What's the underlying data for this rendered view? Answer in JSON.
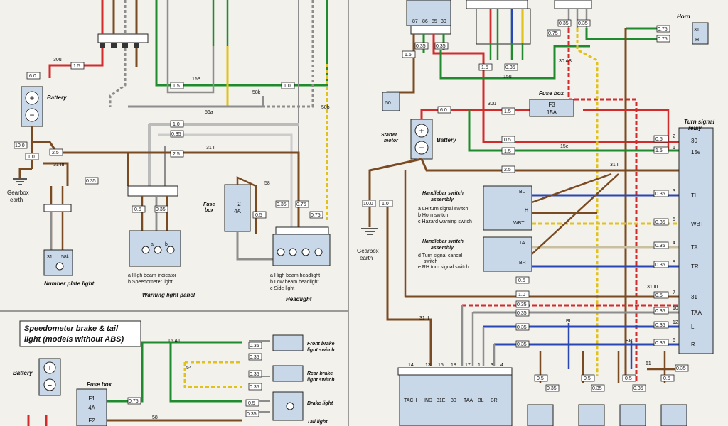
{
  "labels": {
    "battery": "Battery",
    "gearbox_earth": "Gearbox earth",
    "number_plate_light": "Number plate light",
    "fuse_box": "Fuse box",
    "warning_panel": "Warning light panel",
    "warning_a": "a  High beam indicator",
    "warning_b": "b  Speedometer light",
    "headlight": "Headlight",
    "headlight_a": "a  High beam headlight",
    "headlight_b": "b  Low beam headlight",
    "headlight_c": "c  Side light",
    "speedo_title_1": "Speedometer brake & tail",
    "speedo_title_2": "light (models without ABS)",
    "front_brake_1": "Front brake",
    "front_brake_2": "light switch",
    "rear_brake_1": "Rear brake",
    "rear_brake_2": "light switch",
    "brake_light": "Brake light",
    "tail_light": "Tail light",
    "horn": "Horn",
    "starter_1": "Starter",
    "starter_2": "motor",
    "turn_relay_1": "Turn signal",
    "turn_relay_2": "relay",
    "hb1_title_1": "Handlebar switch",
    "hb1_title_2": "assembly",
    "hb1_a": "a  LH turn signal switch",
    "hb1_b": "b  Horn switch",
    "hb1_c": "c  Hazard warning switch",
    "hb2_title_1": "Handlebar switch",
    "hb2_title_2": "assembly",
    "hb2_d": "d  Turn signal cancel",
    "hb2_d2": "switch",
    "hb2_e": "e  RH turn signal switch",
    "fuse_f2": "F2",
    "fuse_f2_amp": "4A",
    "fuse_f3": "F3",
    "fuse_f3_amp": "15A",
    "fuse_f1": "F1",
    "fuse_f1_amp": "4A",
    "fuse_f2b": "F2",
    "fuse_box_small": "Fuse box"
  },
  "relay_pins": [
    {
      "pin": "30",
      "wire": "0.5"
    },
    {
      "pin": "15e",
      "wire": "1.5"
    },
    {
      "pin": "TL",
      "wire": "0.35"
    },
    {
      "pin": "WBT",
      "wire": "0.35"
    },
    {
      "pin": "TA",
      "wire": "0.35"
    },
    {
      "pin": "TR",
      "wire": "0.35"
    },
    {
      "pin": "31",
      "wire": "0.5"
    },
    {
      "pin": "TAA",
      "wire": "0.35"
    },
    {
      "pin": "L",
      "wire": "0.35"
    },
    {
      "pin": "R",
      "wire": "0.35"
    }
  ],
  "relay_pin_nums": [
    "2",
    "1",
    "3",
    "5",
    "4",
    "8",
    "7",
    "10",
    "12",
    "6"
  ],
  "colors": {
    "red": "#d22b2b",
    "green": "#1f8a2e",
    "brown": "#7a4a22",
    "blue": "#2846b4",
    "grey": "#8d8d8d",
    "yellow": "#e0c21b",
    "panel": "#c9d8e8"
  }
}
